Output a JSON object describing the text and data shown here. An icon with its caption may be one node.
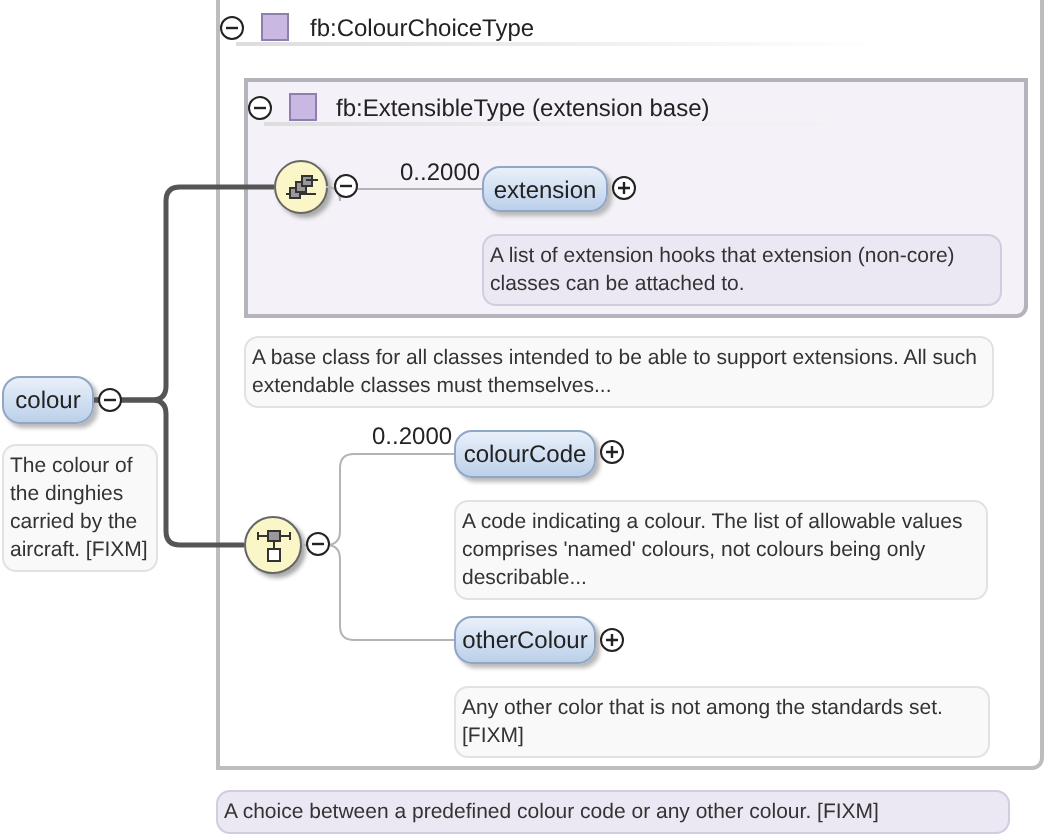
{
  "diagram": {
    "nodes": [
      {
        "text": [
          "colour"
        ],
        "beside": [
          "The colour of the dinghies carried by the aircraft. [FIXM]"
        ]
      },
      {
        "text": [
          "fb:ColourChoiceType"
        ],
        "beside": [
          "A choice between a predefined colour code or any other colour. [FIXM]"
        ]
      },
      {
        "text": [
          "fb:ExtensibleType (extension base)"
        ],
        "in": 1,
        "beside": [
          "A base class for all classes intended to be able to support extensions. All such extendable classes must themselves..."
        ]
      },
      {
        "text": [],
        "shape": "circle",
        "in": 2
      },
      {
        "text": [
          "extension"
        ],
        "in": 2,
        "beside": [
          "A list of extension hooks that extension (non-core) classes can be attached to."
        ]
      },
      {
        "text": [],
        "shape": "circle",
        "in": 1
      },
      {
        "text": [
          "colourCode"
        ],
        "in": 1,
        "beside": [
          "A code indicating a colour. The list of allowable values comprises 'named' colours, not colours being only describable..."
        ]
      },
      {
        "text": [
          "otherColour"
        ],
        "in": 1,
        "beside": [
          "Any other color that is not among the standards set. [FIXM]"
        ]
      }
    ],
    "edges": [
      {
        "from": 0,
        "to": 3,
        "arrow": "none",
        "style": "thick",
        "color": "#555555"
      },
      {
        "from": 0,
        "to": 5,
        "arrow": "none",
        "style": "thick",
        "color": "#555555"
      },
      {
        "from": 3,
        "to": 4,
        "arrow": "none",
        "label": "0..2000"
      },
      {
        "from": 5,
        "to": 6,
        "arrow": "none",
        "label": "0..2000"
      },
      {
        "from": 5,
        "to": 7,
        "arrow": "none"
      }
    ]
  }
}
